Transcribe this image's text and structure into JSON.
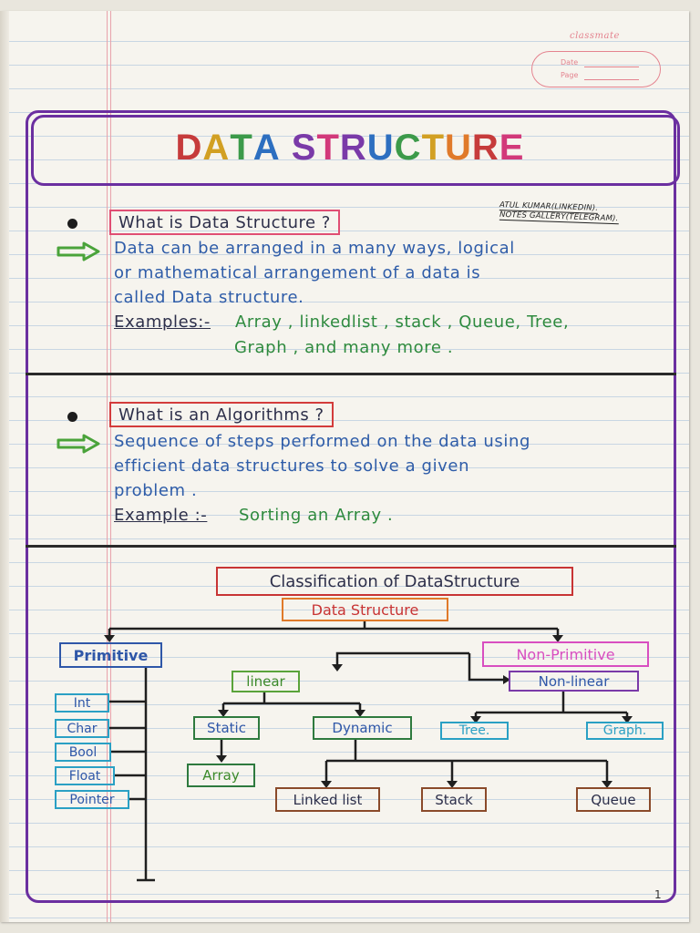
{
  "brand": {
    "logo": "classmate",
    "date_label": "Date",
    "page_label": "Page"
  },
  "title": {
    "letters": [
      {
        "ch": "D",
        "color": "#c63b3b"
      },
      {
        "ch": "A",
        "color": "#d2a023"
      },
      {
        "ch": "T",
        "color": "#3c9a4a"
      },
      {
        "ch": "A",
        "color": "#2d6fc0"
      },
      {
        "ch": " ",
        "color": "#000000"
      },
      {
        "ch": "S",
        "color": "#7a3aa8"
      },
      {
        "ch": "T",
        "color": "#d2397a"
      },
      {
        "ch": "R",
        "color": "#7a3aa8"
      },
      {
        "ch": "U",
        "color": "#2d6fc0"
      },
      {
        "ch": "C",
        "color": "#3c9a4a"
      },
      {
        "ch": "T",
        "color": "#d2a023"
      },
      {
        "ch": "U",
        "color": "#e07a2a"
      },
      {
        "ch": "R",
        "color": "#c63b3b"
      },
      {
        "ch": "E",
        "color": "#d2397a"
      }
    ]
  },
  "credit": {
    "line1": "ATUL KUMAR(LINKEDIN).",
    "line2": "NOTES GALLERY(TELEGRAM)."
  },
  "section1": {
    "heading": "What is Data Structure ?",
    "lines": [
      "Data can be arranged in a many ways, logical",
      "or mathematical arrangement of a data is",
      "called Data structure."
    ],
    "examples_label": "Examples:-",
    "examples_line1": "Array , linkedlist , stack , Queue, Tree,",
    "examples_line2": "Graph , and many more ."
  },
  "section2": {
    "heading": "What is an Algorithms ?",
    "lines": [
      "Sequence of steps performed on the data using",
      "efficient data structures to solve a given",
      "problem ."
    ],
    "example_label": "Example :-",
    "example_text": "Sorting an Array ."
  },
  "classification": {
    "title": "Classification of DataStructure",
    "root": "Data Structure",
    "primitive": "Primitive",
    "primitive_items": [
      "Int",
      "Char",
      "Bool",
      "Float",
      "Pointer"
    ],
    "non_primitive": "Non-Primitive",
    "linear": "linear",
    "non_linear": "Non-linear",
    "static": "Static",
    "dynamic": "Dynamic",
    "array": "Array",
    "tree": "Tree.",
    "graph": "Graph.",
    "linked_list": "Linked list",
    "stack": "Stack",
    "queue": "Queue"
  },
  "colors": {
    "frame": "#6b2fa0",
    "heading_border": "#e04e73",
    "primitive": "#2f57a8",
    "cyan": "#2aa0c4",
    "non_primitive": "#d84ec0",
    "non_linear": "#7a3aa8",
    "linear": "#5aa33a",
    "dynamic": "#2e7a3e",
    "brown": "#8a4a2a",
    "root": "#e07a2a",
    "class_title": "#c83434"
  },
  "page_number": "1"
}
